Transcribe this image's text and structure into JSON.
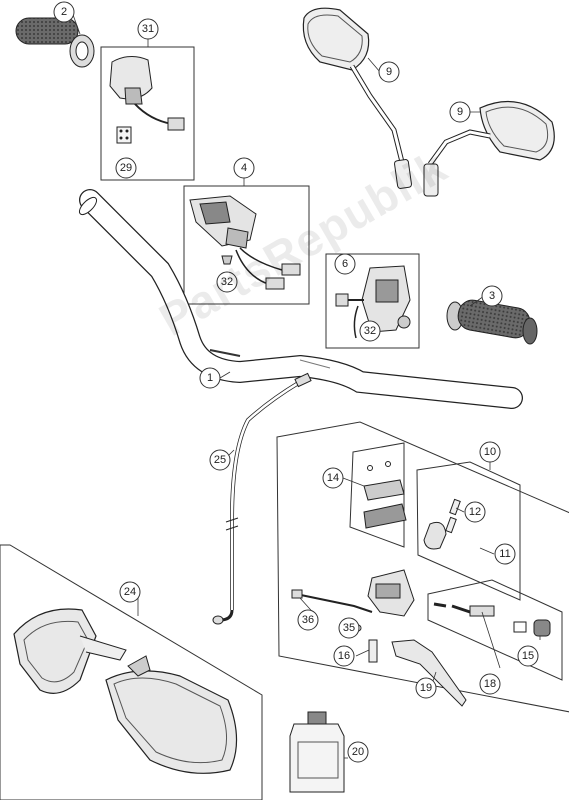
{
  "watermark": "PartsRepublik",
  "callouts": [
    {
      "id": "c1",
      "label": "1"
    },
    {
      "id": "c2",
      "label": "2"
    },
    {
      "id": "c3",
      "label": "3"
    },
    {
      "id": "c4",
      "label": "4"
    },
    {
      "id": "c6",
      "label": "6"
    },
    {
      "id": "c9a",
      "label": "9"
    },
    {
      "id": "c9b",
      "label": "9"
    },
    {
      "id": "c10",
      "label": "10"
    },
    {
      "id": "c11",
      "label": "11"
    },
    {
      "id": "c12",
      "label": "12"
    },
    {
      "id": "c14",
      "label": "14"
    },
    {
      "id": "c15",
      "label": "15"
    },
    {
      "id": "c16",
      "label": "16"
    },
    {
      "id": "c18",
      "label": "18"
    },
    {
      "id": "c19",
      "label": "19"
    },
    {
      "id": "c20",
      "label": "20"
    },
    {
      "id": "c24",
      "label": "24"
    },
    {
      "id": "c25",
      "label": "25"
    },
    {
      "id": "c29",
      "label": "29"
    },
    {
      "id": "c31",
      "label": "31"
    },
    {
      "id": "c32a",
      "label": "32"
    },
    {
      "id": "c32b",
      "label": "32"
    },
    {
      "id": "c35",
      "label": "35"
    },
    {
      "id": "c36",
      "label": "36"
    }
  ]
}
